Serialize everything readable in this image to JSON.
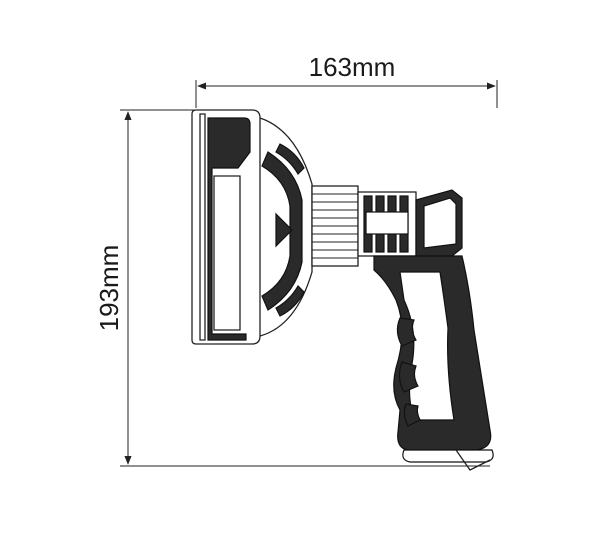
{
  "dimensions": {
    "width_label": "163mm",
    "height_label": "193mm"
  },
  "colors": {
    "line": "#222222",
    "body_dark": "#2a2a2a",
    "background": "#ffffff"
  },
  "icons": {
    "device": "handheld-spotlight-side-view"
  }
}
